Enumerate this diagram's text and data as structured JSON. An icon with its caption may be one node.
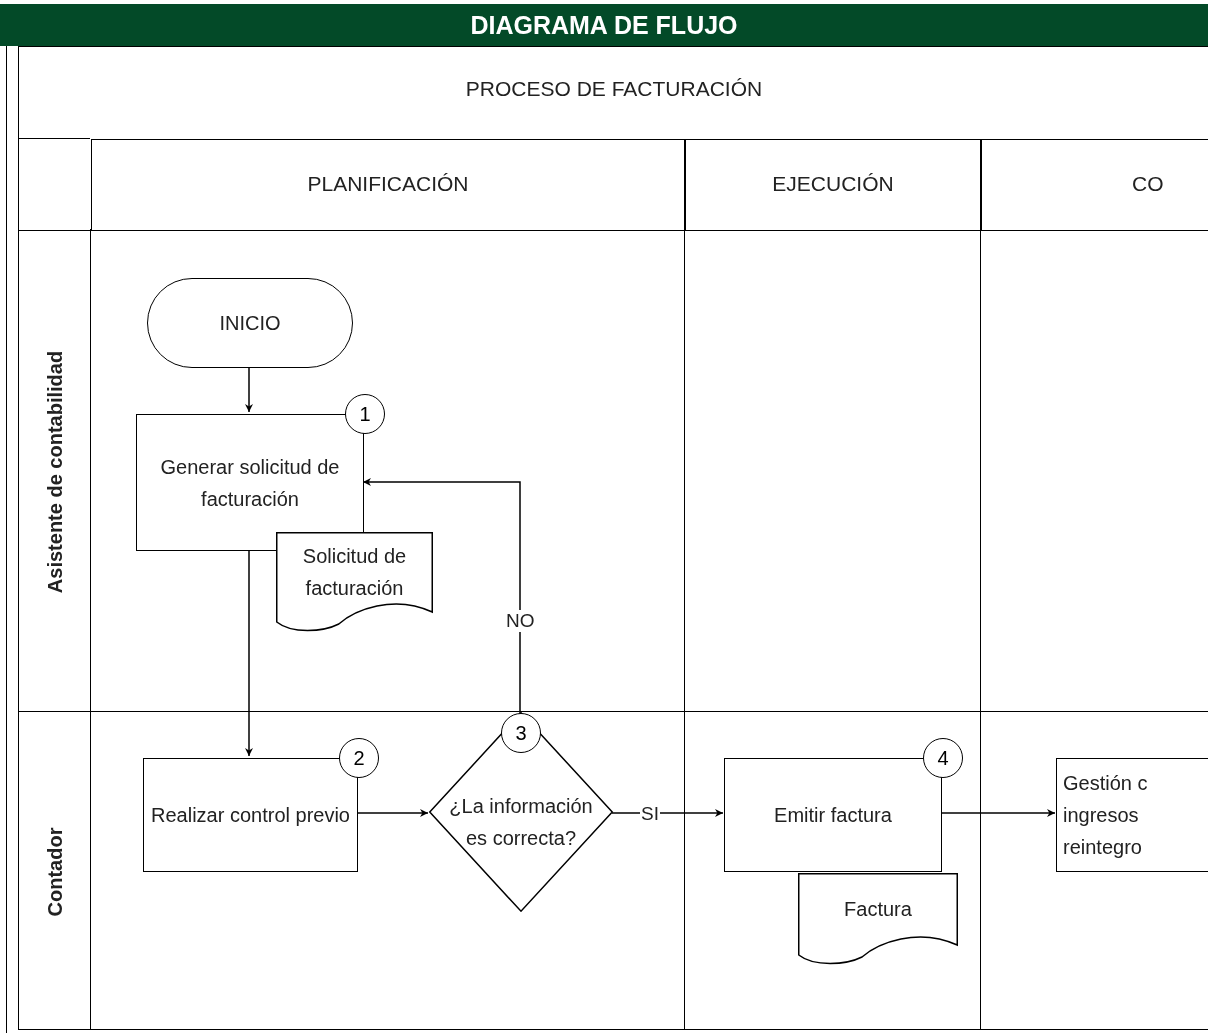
{
  "diagram": {
    "title": "DIAGRAMA DE FLUJO",
    "nodes": [
      {
        "text": [
          "PROCESO DE FACTURACIÓN"
        ]
      },
      {
        "text": [
          "PLANIFICACIÓN"
        ],
        "in": 0
      },
      {
        "text": [
          "EJECUCIÓN"
        ],
        "in": 0
      },
      {
        "text": [
          "CO"
        ],
        "in": 0
      },
      {
        "text": [
          "Asistente de contabilidad"
        ],
        "in": 0
      },
      {
        "text": [
          "Contador"
        ],
        "in": 0
      },
      {
        "text": [
          "INICIO"
        ],
        "in": 4
      },
      {
        "text": [
          "Generar solicitud de facturación"
        ],
        "beside": [
          "1"
        ],
        "in": 4
      },
      {
        "text": [
          "Solicitud de facturación"
        ],
        "in": 4
      },
      {
        "text": [
          "Realizar control previo"
        ],
        "beside": [
          "2"
        ],
        "in": 5
      },
      {
        "text": [
          "3",
          "¿La información es correcta?"
        ],
        "in": 5
      },
      {
        "text": [
          "Emitir factura"
        ],
        "beside": [
          "4"
        ],
        "in": 5
      },
      {
        "text": [
          "Factura"
        ],
        "in": 5
      },
      {
        "text": [
          "Gestión c ingresos reintegro"
        ],
        "in": 5
      }
    ],
    "edges": [
      {
        "from": 6,
        "to": 7,
        "arrow": "to"
      },
      {
        "from": 7,
        "to": 9,
        "arrow": "to"
      },
      {
        "from": 9,
        "to": 10,
        "arrow": "to"
      },
      {
        "from": 10,
        "to": 7,
        "arrow": "to",
        "label": "NO"
      },
      {
        "from": 10,
        "to": 11,
        "arrow": "to",
        "label": "SI"
      },
      {
        "from": 11,
        "to": 13,
        "arrow": "to"
      }
    ]
  }
}
